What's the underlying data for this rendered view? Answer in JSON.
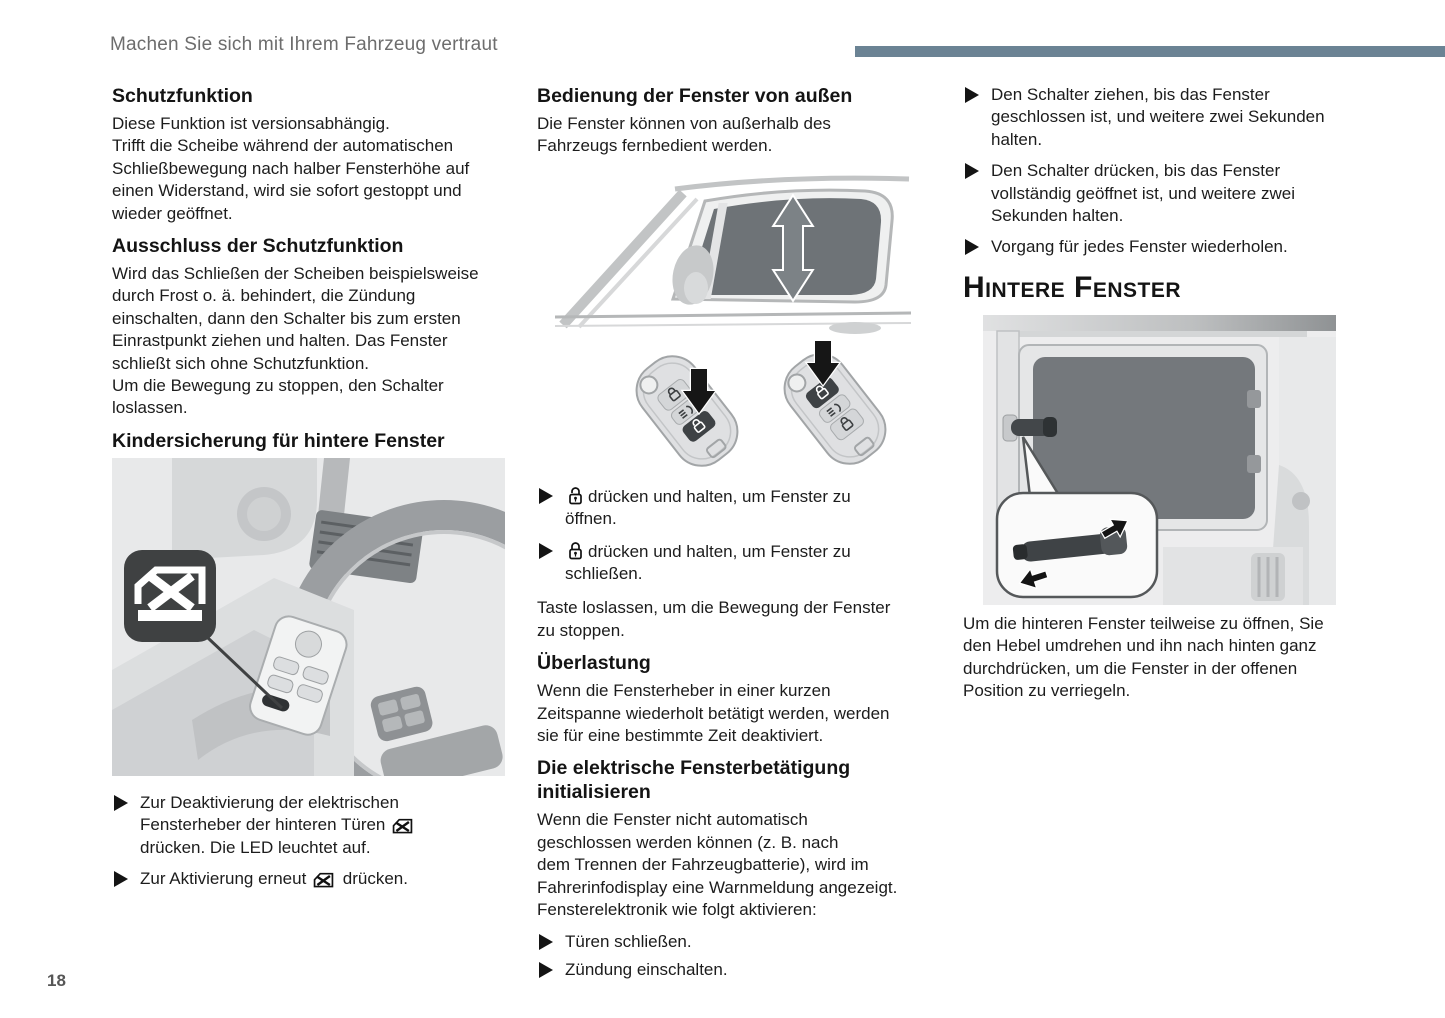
{
  "header": {
    "title": "Machen Sie sich mit Ihrem Fahrzeug vertraut"
  },
  "page_number": "18",
  "colors": {
    "accent_bar": "#6b8394",
    "body_text": "#1c1c1c",
    "header_text": "#6d6d6d"
  },
  "icons": {
    "bullet_marker": "right-triangle",
    "window_child_lock": "window-cross-icon",
    "unlock": "open-padlock-icon",
    "lock": "closed-padlock-icon",
    "window_arrow": "up-down-arrow",
    "fob_arrows": "press-down-arrow"
  },
  "col1": {
    "h_schutzfunktion": "Schutzfunktion",
    "p_schutzfunktion": "Diese Funktion ist versionsabhängig.\nTrifft die Scheibe während der automatischen\nSchließbewegung nach halber Fensterhöhe auf\neinen Widerstand, wird sie sofort gestoppt und\nwieder geöffnet.",
    "h_ausschluss": "Ausschluss der Schutzfunktion",
    "p_ausschluss": "Wird das Schließen der Scheiben beispielsweise\ndurch Frost o. ä. behindert, die Zündung\neinschalten, dann den Schalter bis zum ersten\nEinrastpunkt ziehen und halten. Das Fenster\nschließt sich ohne Schutzfunktion.\nUm die Bewegung zu stoppen, den Schalter\nloslassen.",
    "h_kindersicherung": "Kindersicherung für hintere Fenster",
    "b1_pre": "Zur Deaktivierung der elektrischen\nFensterheber der hinteren Türen ",
    "b1_post": "\ndrücken. Die LED leuchtet auf.",
    "b2_pre": "Zur Aktivierung erneut ",
    "b2_post": " drücken."
  },
  "col2": {
    "h_bedienung": "Bedienung der Fenster von außen",
    "p_bedienung": "Die Fenster können von außerhalb des\nFahrzeugs fernbedient werden.",
    "b_open": "drücken und halten, um Fenster zu\nöffnen.",
    "b_close": "drücken und halten, um Fenster zu\nschließen.",
    "p_taste": "Taste loslassen, um die Bewegung der Fenster\nzu stoppen.",
    "h_ueberlastung": "Überlastung",
    "p_ueberlastung": "Wenn die Fensterheber in einer kurzen\nZeitspanne wiederholt betätigt werden, werden\nsie für eine bestimmte Zeit deaktiviert.",
    "h_initialisieren": "Die elektrische Fensterbetätigung\ninitialisieren",
    "p_initialisieren": "Wenn die Fenster nicht automatisch\ngeschlossen werden können (z. B. nach\ndem Trennen der Fahrzeugbatterie), wird im\nFahrerinfodisplay eine Warnmeldung angezeigt.\nFensterelektronik wie folgt aktivieren:",
    "b_tueren": "Türen schließen.",
    "b_zuendung": "Zündung einschalten."
  },
  "col3": {
    "b1": "Den Schalter ziehen, bis das Fenster\ngeschlossen ist, und weitere zwei Sekunden\nhalten.",
    "b2": "Den Schalter drücken, bis das Fenster\nvollständig geöffnet ist, und weitere zwei\nSekunden halten.",
    "b3": "Vorgang für jedes Fenster wiederholen.",
    "h_hintere": "Hintere Fenster",
    "p_hintere": "Um die hinteren Fenster teilweise zu öffnen, Sie\nden Hebel umdrehen und ihn nach hinten ganz\ndurchdrücken, um die Fenster in der offenen\nPosition zu verriegeln."
  }
}
